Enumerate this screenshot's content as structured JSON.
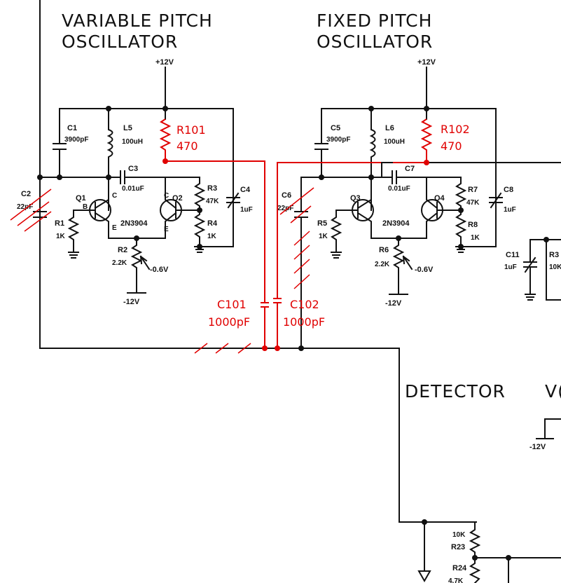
{
  "titles": {
    "vpo_line1": "VARIABLE  PITCH",
    "vpo_line2": "OSCILLATOR",
    "fpo_line1": "FIXED  PITCH",
    "fpo_line2": "OSCILLATOR",
    "detector": "DETECTOR",
    "right_cut": "V("
  },
  "vpo": {
    "supply": "+12V",
    "c1": "C1",
    "c1_val": "3900pF",
    "l5": "L5",
    "l5_val": "100uH",
    "c3": "C3",
    "c3_val": "0.01uF",
    "c2": "C2",
    "c2_val": "22pF",
    "q1": "Q1",
    "q2": "Q2",
    "transistor": "2N3904",
    "r1": "R1",
    "r1_val": "1K",
    "r2": "R2",
    "r2_val": "2.2K",
    "r2_volt": "-0.6V",
    "r3": "R3",
    "r3_val": "47K",
    "r4": "R4",
    "r4_val": "1K",
    "c4": "C4",
    "c4_val": "1uF",
    "neg": "-12V",
    "pin_b": "B",
    "pin_c": "C",
    "pin_e": "E"
  },
  "fpo": {
    "supply": "+12V",
    "c5": "C5",
    "c5_val": "3900pF",
    "l6": "L6",
    "l6_val": "100uH",
    "c7": "C7",
    "c7_val": "0.01uF",
    "c6": "C6",
    "c6_val": "22pF",
    "q3": "Q3",
    "q4": "Q4",
    "transistor": "2N3904",
    "r5": "R5",
    "r5_val": "1K",
    "r6": "R6",
    "r6_val": "2.2K",
    "r6_volt": "-0.6V",
    "r7": "R7",
    "r7_val": "47K",
    "r8": "R8",
    "r8_val": "1K",
    "c8": "C8",
    "c8_val": "1uF",
    "c11": "C11",
    "c11_val": "1uF",
    "r_cut": "R3",
    "r_cut_val": "10K",
    "neg": "-12V"
  },
  "mods": {
    "r101": "R101",
    "r101_val": "470",
    "r102": "R102",
    "r102_val": "470",
    "c101": "C101",
    "c101_val": "1000pF",
    "c102": "C102",
    "c102_val": "1000pF"
  },
  "detector": {
    "neg": "-12V",
    "r23": "R23",
    "r23_val": "10K",
    "r24": "R24",
    "r24_val": "4.7K"
  },
  "colors": {
    "ink": "#111111",
    "modification": "#e00000"
  }
}
